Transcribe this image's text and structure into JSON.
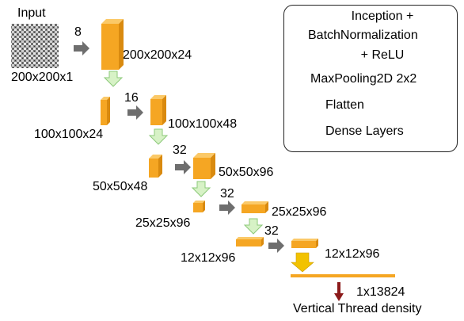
{
  "input": {
    "label": "Input",
    "size_label": "200x200x1",
    "icon": "woven-fabric-texture"
  },
  "stages": [
    {
      "channels": "8",
      "output": "200x200x24"
    },
    {
      "channels": "16",
      "pooled": "100x100x24",
      "output": "100x100x48"
    },
    {
      "channels": "32",
      "pooled": "50x50x48",
      "output": "50x50x96"
    },
    {
      "channels": "32",
      "pooled": "25x25x96",
      "output": "25x25x96"
    },
    {
      "channels": "32",
      "pooled": "12x12x96",
      "output": "12x12x96"
    }
  ],
  "flatten_label": "1x13824",
  "final_output": "Vertical Thread density",
  "legend": {
    "items": [
      {
        "icon": "gray-arrow-icon",
        "label_lines": [
          "Inception +",
          "BatchNormalization",
          "+ ReLU"
        ]
      },
      {
        "icon": "green-down-arrow-icon",
        "label": "MaxPooling2D 2x2"
      },
      {
        "icon": "yellow-down-arrow-icon",
        "label": "Flatten"
      },
      {
        "icon": "red-down-arrow-icon",
        "label": "Dense Layers"
      }
    ]
  },
  "colors": {
    "block_fill": "#f5a623",
    "block_top": "#fbc968",
    "block_side": "#d98a0f",
    "conv_arrow": "#6e6e6e",
    "pool_arrow_fill": "#d7f2c6",
    "pool_arrow_stroke": "#8cc97a",
    "flatten_arrow": "#f2c200",
    "dense_arrow": "#8b1a1a"
  }
}
